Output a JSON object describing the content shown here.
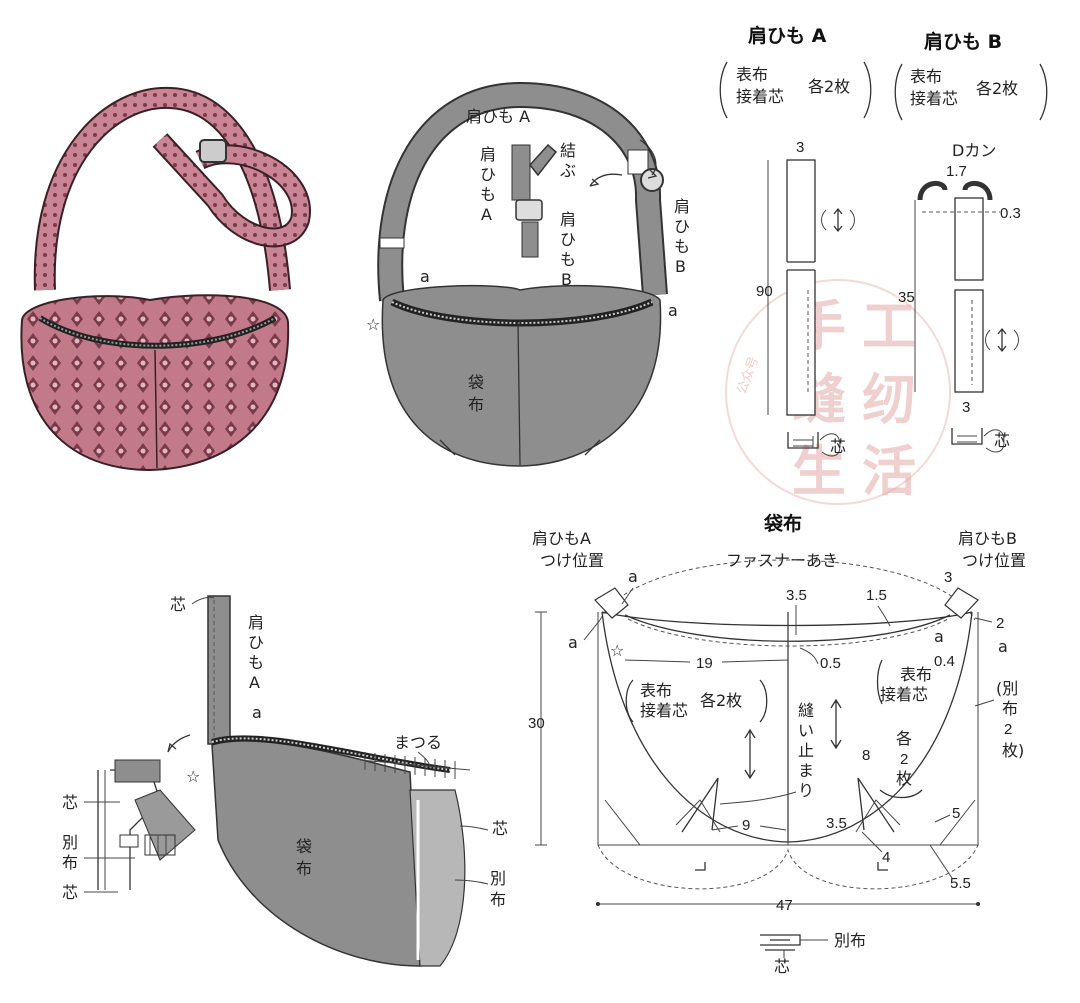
{
  "top_headings": {
    "strap_a": "肩ひも A",
    "strap_b": "肩ひも B",
    "bag_body": "袋布"
  },
  "strap_a_pattern": {
    "materials_outer": "表布",
    "materials_interfacing": "接着芯",
    "quantity": "各2枚",
    "width": "3",
    "length": "90",
    "core": "芯"
  },
  "strap_b_pattern": {
    "materials_outer": "表布",
    "materials_interfacing": "接着芯",
    "quantity": "各2枚",
    "d_ring": "Dカン",
    "d_ring_width": "1.7",
    "fold_allowance": "0.3",
    "length": "35",
    "width_bottom": "3",
    "core": "芯"
  },
  "assembled_view": {
    "strap_a": "肩ひも A",
    "strap_a_vertical": [
      "肩",
      "ひ",
      "も",
      "A"
    ],
    "tie": [
      "結",
      "ぶ"
    ],
    "strap_b_inner": [
      "肩",
      "ひ",
      "も",
      "B"
    ],
    "strap_b_outer": [
      "肩",
      "ひ",
      "も",
      "B"
    ],
    "point_a_left": "a",
    "point_a_right": "a",
    "star": "☆",
    "bag_cloth": [
      "袋",
      "布"
    ]
  },
  "cross_section": {
    "core_top": "芯",
    "strap_a_vertical": [
      "肩",
      "ひ",
      "も",
      "A"
    ],
    "point_a": "a",
    "star": "☆",
    "hem_stitch": "まつる",
    "bag_cloth": [
      "袋",
      "布"
    ],
    "core_right": "芯",
    "lining_right": [
      "別",
      "布"
    ],
    "detail_core_top": "芯",
    "detail_lining": [
      "別",
      "布"
    ],
    "detail_core_bottom": "芯"
  },
  "bag_pattern": {
    "strap_a_pos": [
      "肩ひもA",
      "つけ位置"
    ],
    "strap_b_pos": [
      "肩ひもB",
      "つけ位置"
    ],
    "zipper_opening": "ファスナーあき",
    "materials_left": [
      "表布",
      "接着芯"
    ],
    "quantity_left": "各2枚",
    "materials_right": [
      "表布",
      "接着芯"
    ],
    "quantity_right": [
      "各",
      "2",
      "枚"
    ],
    "lining_note": [
      "(別",
      "布",
      "2",
      "枚)"
    ],
    "stitch_stop": [
      "縫",
      "い",
      "止",
      "ま",
      "り"
    ],
    "dims": {
      "height": "30",
      "width": "47",
      "zip_drop": "3.5",
      "top_right": "1.5",
      "half_top": "19",
      "center_gap": "0.5",
      "corner_a_l": "3",
      "corner_r_2": "2",
      "corner_r_04": "0.4",
      "dart_bottom": "9",
      "dart_depth": "8",
      "dart_width": "3.5",
      "dart_4": "4",
      "side_5": "5",
      "side_55": "5.5"
    },
    "points": {
      "a1": "a",
      "a2": "a",
      "a3": "a",
      "a4": "a",
      "star": "☆"
    },
    "bottom_lining": "別布",
    "bottom_core": "芯"
  },
  "watermark": {
    "chars": [
      "手",
      "工",
      "缝",
      "纫",
      "生",
      "活"
    ],
    "side": "公众号"
  }
}
